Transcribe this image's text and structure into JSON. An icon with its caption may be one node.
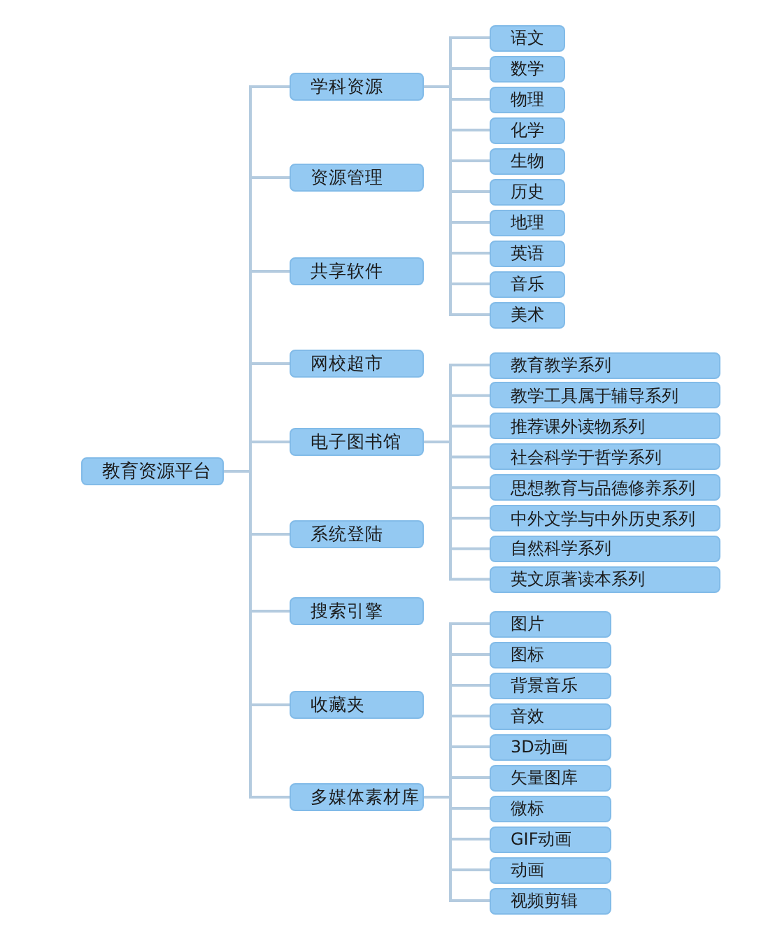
{
  "diagram": {
    "nodes": [
      {
        "text": [
          "教育资源平台"
        ]
      },
      {
        "text": [
          "学科资源"
        ]
      },
      {
        "text": [
          "资源管理"
        ]
      },
      {
        "text": [
          "共享软件"
        ]
      },
      {
        "text": [
          "网校超市"
        ]
      },
      {
        "text": [
          "电子图书馆"
        ]
      },
      {
        "text": [
          "系统登陆"
        ]
      },
      {
        "text": [
          "搜索引擎"
        ]
      },
      {
        "text": [
          "收藏夹"
        ]
      },
      {
        "text": [
          "多媒体素材库"
        ]
      },
      {
        "text": [
          "语文"
        ]
      },
      {
        "text": [
          "数学"
        ]
      },
      {
        "text": [
          "物理"
        ]
      },
      {
        "text": [
          "化学"
        ]
      },
      {
        "text": [
          "生物"
        ]
      },
      {
        "text": [
          "历史"
        ]
      },
      {
        "text": [
          "地理"
        ]
      },
      {
        "text": [
          "英语"
        ]
      },
      {
        "text": [
          "音乐"
        ]
      },
      {
        "text": [
          "美术"
        ]
      },
      {
        "text": [
          "教育教学系列"
        ]
      },
      {
        "text": [
          "教学工具属于辅导系列"
        ]
      },
      {
        "text": [
          "推荐课外读物系列"
        ]
      },
      {
        "text": [
          "社会科学于哲学系列"
        ]
      },
      {
        "text": [
          "思想教育与品德修养系列"
        ]
      },
      {
        "text": [
          "中外文学与中外历史系列"
        ]
      },
      {
        "text": [
          "自然科学系列"
        ]
      },
      {
        "text": [
          "英文原著读本系列"
        ]
      },
      {
        "text": [
          "图片"
        ]
      },
      {
        "text": [
          "图标"
        ]
      },
      {
        "text": [
          "背景音乐"
        ]
      },
      {
        "text": [
          "音效"
        ]
      },
      {
        "text": [
          "3D动画"
        ]
      },
      {
        "text": [
          "矢量图库"
        ]
      },
      {
        "text": [
          "微标"
        ]
      },
      {
        "text": [
          "GIF动画"
        ]
      },
      {
        "text": [
          "动画"
        ]
      },
      {
        "text": [
          "视频剪辑"
        ]
      }
    ],
    "edges": [
      {
        "from": 0,
        "to": 1,
        "arrow": "none"
      },
      {
        "from": 0,
        "to": 2,
        "arrow": "none"
      },
      {
        "from": 0,
        "to": 3,
        "arrow": "none"
      },
      {
        "from": 0,
        "to": 4,
        "arrow": "none"
      },
      {
        "from": 0,
        "to": 5,
        "arrow": "none"
      },
      {
        "from": 0,
        "to": 6,
        "arrow": "none"
      },
      {
        "from": 0,
        "to": 7,
        "arrow": "none"
      },
      {
        "from": 0,
        "to": 8,
        "arrow": "none"
      },
      {
        "from": 0,
        "to": 9,
        "arrow": "none"
      },
      {
        "from": 1,
        "to": 10,
        "arrow": "none"
      },
      {
        "from": 1,
        "to": 11,
        "arrow": "none"
      },
      {
        "from": 1,
        "to": 12,
        "arrow": "none"
      },
      {
        "from": 1,
        "to": 13,
        "arrow": "none"
      },
      {
        "from": 1,
        "to": 14,
        "arrow": "none"
      },
      {
        "from": 1,
        "to": 15,
        "arrow": "none"
      },
      {
        "from": 1,
        "to": 16,
        "arrow": "none"
      },
      {
        "from": 1,
        "to": 17,
        "arrow": "none"
      },
      {
        "from": 1,
        "to": 18,
        "arrow": "none"
      },
      {
        "from": 1,
        "to": 19,
        "arrow": "none"
      },
      {
        "from": 5,
        "to": 20,
        "arrow": "none"
      },
      {
        "from": 5,
        "to": 21,
        "arrow": "none"
      },
      {
        "from": 5,
        "to": 22,
        "arrow": "none"
      },
      {
        "from": 5,
        "to": 23,
        "arrow": "none"
      },
      {
        "from": 5,
        "to": 24,
        "arrow": "none"
      },
      {
        "from": 5,
        "to": 25,
        "arrow": "none"
      },
      {
        "from": 5,
        "to": 26,
        "arrow": "none"
      },
      {
        "from": 5,
        "to": 27,
        "arrow": "none"
      },
      {
        "from": 9,
        "to": 28,
        "arrow": "none"
      },
      {
        "from": 9,
        "to": 29,
        "arrow": "none"
      },
      {
        "from": 9,
        "to": 30,
        "arrow": "none"
      },
      {
        "from": 9,
        "to": 31,
        "arrow": "none"
      },
      {
        "from": 9,
        "to": 32,
        "arrow": "none"
      },
      {
        "from": 9,
        "to": 33,
        "arrow": "none"
      },
      {
        "from": 9,
        "to": 34,
        "arrow": "none"
      },
      {
        "from": 9,
        "to": 35,
        "arrow": "none"
      },
      {
        "from": 9,
        "to": 36,
        "arrow": "none"
      },
      {
        "from": 9,
        "to": 37,
        "arrow": "none"
      }
    ]
  }
}
